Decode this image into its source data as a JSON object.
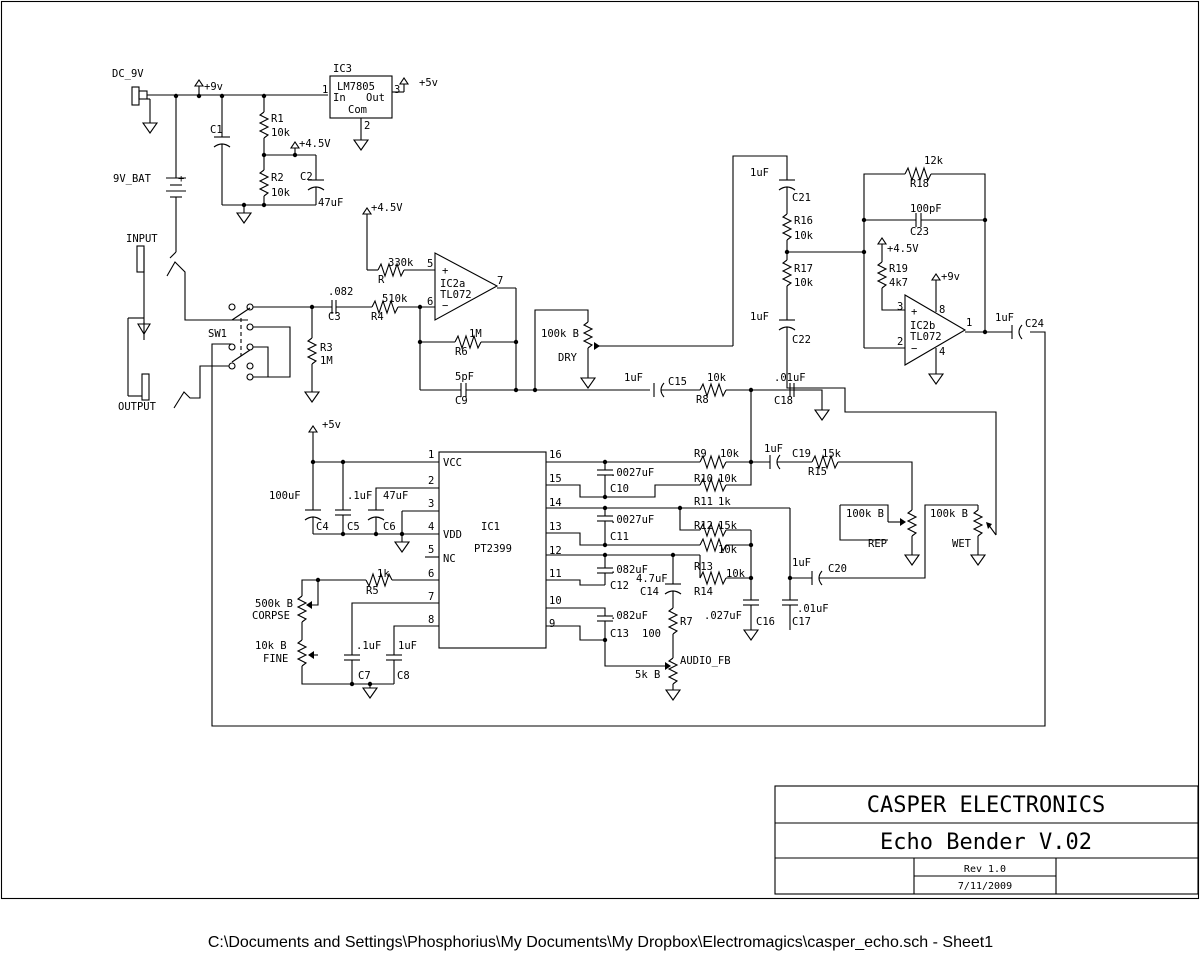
{
  "title_block": {
    "company": "CASPER ELECTRONICS",
    "project": "Echo Bender V.02",
    "revision": "Rev 1.0",
    "date": "7/11/2009"
  },
  "footer": {
    "path": "C:\\Documents and Settings\\Phosphorius\\My Documents\\My Dropbox\\Electromagics\\casper_echo.sch  -  Sheet1"
  },
  "labels": {
    "dc9v": "DC_9V",
    "bat": "9V_BAT",
    "input": "INPUT",
    "output": "OUTPUT",
    "sw1": "SW1",
    "plus9v": "+9v",
    "plus9v_b": "+9v",
    "plus5v": "+5v",
    "plus5v_b": "+5v",
    "plus45a": "+4.5V",
    "plus45b": "+4.5V",
    "plus45c": "+4.5V",
    "plus_bat": "+",
    "ic3": "IC3",
    "ic3_part": "LM7805",
    "ic3_in": "In",
    "ic3_out": "Out",
    "ic3_com": "Com",
    "ic3_p1": "1",
    "ic3_p2": "2",
    "ic3_p3": "3",
    "c1": "C1",
    "r1": "R1",
    "r1v": "10k",
    "r2": "R2",
    "r2v": "10k",
    "c2": "C2",
    "c2v": "47uF",
    "c3v": ".082",
    "c3": "C3",
    "r3": "R3",
    "r3v": "1M",
    "r330v": "330k",
    "r330": "R",
    "r4v": "510k",
    "r4": "R4",
    "ic2a": "IC2a",
    "ic2a_part": "TL072",
    "ic2a_p5": "5",
    "ic2a_p6": "6",
    "ic2a_p7": "7",
    "r6v": "1M",
    "r6": "R6",
    "c9v": "5pF",
    "c9": "C9",
    "dryv": "100k B",
    "dry": "DRY",
    "c15v": "1uF",
    "c15": "C15",
    "r8v": "10k",
    "r8": "R8",
    "c18v": ".01uF",
    "c18": "C18",
    "c21v": "1uF",
    "c21": "C21",
    "r16": "R16",
    "r16v": "10k",
    "r17": "R17",
    "r17v": "10k",
    "c22v": "1uF",
    "c22": "C22",
    "r18v": "12k",
    "r18": "R18",
    "c23v": "100pF",
    "c23": "C23",
    "r19": "R19",
    "r19v": "4k7",
    "ic2b": "IC2b",
    "ic2b_part": "TL072",
    "ic2b_p1": "1",
    "ic2b_p2": "2",
    "ic2b_p3": "3",
    "ic2b_p4": "4",
    "ic2b_p8": "8",
    "c24v": "1uF",
    "c24": "C24",
    "ic1": "IC1",
    "ic1_part": "PT2399",
    "ic1_vcc": "VCC",
    "ic1_vdd": "VDD",
    "ic1_nc": "NC",
    "p1": "1",
    "p2": "2",
    "p3": "3",
    "p4": "4",
    "p5": "5",
    "p6": "6",
    "p7": "7",
    "p8": "8",
    "p9": "9",
    "p10": "10",
    "p11": "11",
    "p12": "12",
    "p13": "13",
    "p14": "14",
    "p15": "15",
    "p16": "16",
    "c4v": "100uF",
    "c4": "C4",
    "c5v": ".1uF",
    "c5": "C5",
    "c6v": "47uF",
    "c6": "C6",
    "r5v": "1k",
    "r5": "R5",
    "corpsev": "500k B",
    "corpse": "CORPSE",
    "finev": "10k B",
    "fine": "FINE",
    "c7v": ".1uF",
    "c7": "C7",
    "c8v": "1uF",
    "c8": "C8",
    "r9": "R9",
    "r9v": "10k",
    "c10v": ".0027uF",
    "c10": "C10",
    "r10": "R10",
    "r10v": "10k",
    "c19v": "1uF",
    "c19": "C19",
    "r15v": "15k",
    "r15": "R15",
    "r11": "R11",
    "r11v": "1k",
    "c11v": ".0027uF",
    "c11": "C11",
    "r12": "R12",
    "r12v": "15k",
    "r13v": "10k",
    "r13": "R13",
    "c12v": ".082uF",
    "c12": "C12",
    "r14v": "10k",
    "r14": "R14",
    "c14v": "4.7uF",
    "c14": "C14",
    "r7": "R7",
    "r7v": "100",
    "c13v": ".082uF",
    "c13": "C13",
    "c16v": ".027uF",
    "c16": "C16",
    "c17v": ".01uF",
    "c17": "C17",
    "audiofb": "AUDIO_FB",
    "audiofbv": "5k B",
    "repv": "100k B",
    "rep": "REP",
    "wetv": "100k B",
    "wet": "WET",
    "c20v": "1uF",
    "c20": "C20"
  }
}
